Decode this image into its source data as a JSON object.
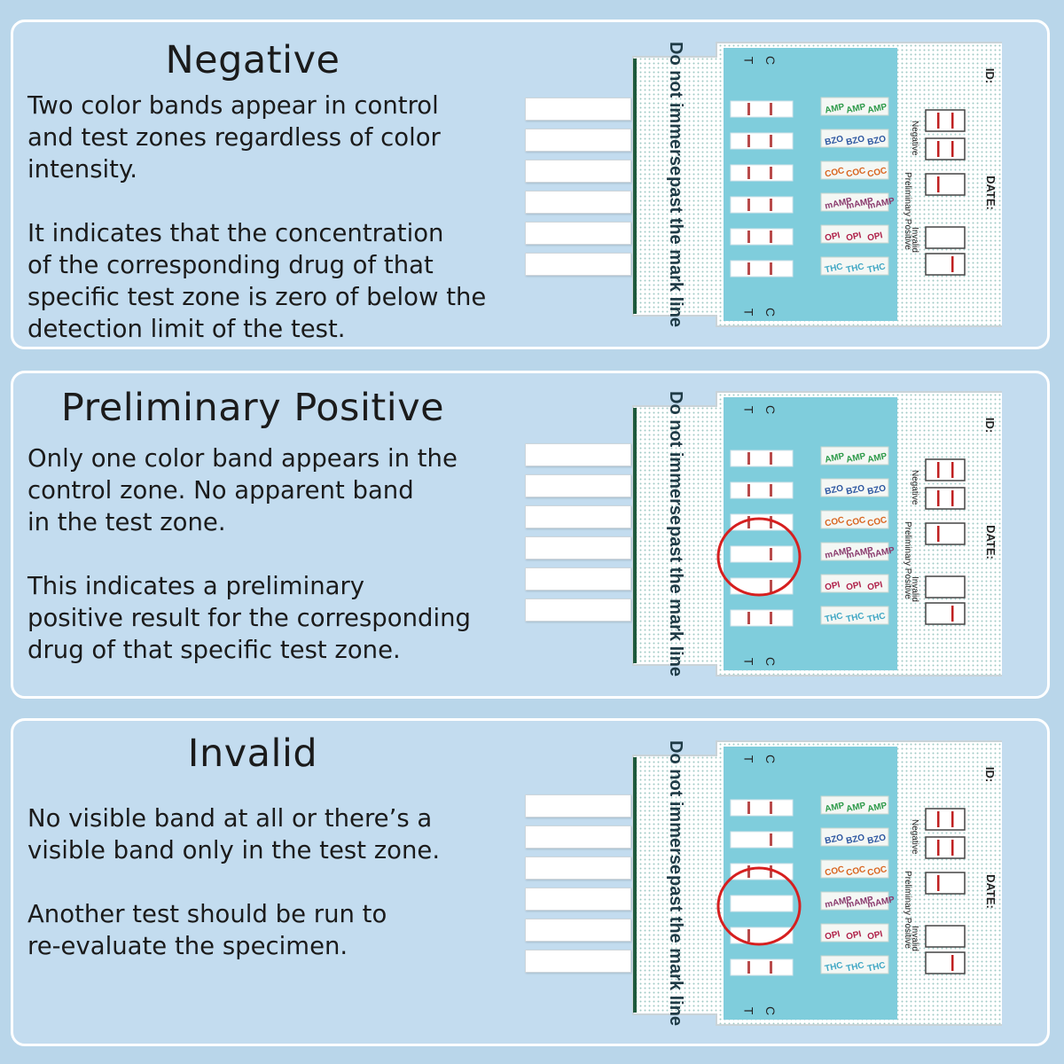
{
  "colors": {
    "band": "#b84a4a",
    "circle": "#d61f1f",
    "card_teal": "#7fcddc",
    "background": "#b9d6ea"
  },
  "card": {
    "notice_line1": "Do not immerse",
    "notice_line2": "past the mark line",
    "c_label": "C",
    "t_label": "T",
    "id_label": "ID:",
    "date_label": "DATE:",
    "drugs": [
      "AMP",
      "BZO",
      "COC",
      "mAMP",
      "OPI",
      "THC"
    ],
    "legend": [
      "Negative",
      "Preliminary Positive",
      "Invalid"
    ]
  },
  "panels": [
    {
      "title": "Negative",
      "paragraphs": [
        [
          "Two color bands appear in control",
          "and test zones regardless of color",
          "intensity."
        ],
        [
          "It indicates that the concentration",
          "of the corresponding drug of that",
          "specific test zone is zero of below the",
          "detection limit of the test."
        ]
      ],
      "test_rows": [
        "both",
        "both",
        "both",
        "both",
        "both",
        "both"
      ],
      "circled": false
    },
    {
      "title": "Preliminary Positive",
      "paragraphs": [
        [
          "Only one color band appears in the",
          "control zone. No apparent band",
          "in the test zone."
        ],
        [
          "This indicates a preliminary",
          "positive result for the corresponding",
          "drug of that specific test zone."
        ]
      ],
      "test_rows": [
        "both",
        "both",
        "both",
        "control",
        "control",
        "both"
      ],
      "circled": true
    },
    {
      "title": "Invalid",
      "paragraphs": [
        [
          "No visible band at all or there’s a",
          "visible band only in the test zone."
        ],
        [
          "Another test should be run to",
          "re-evaluate the specimen."
        ]
      ],
      "test_rows": [
        "both",
        "control",
        "both",
        "none",
        "test",
        "both"
      ],
      "circled": true
    }
  ]
}
